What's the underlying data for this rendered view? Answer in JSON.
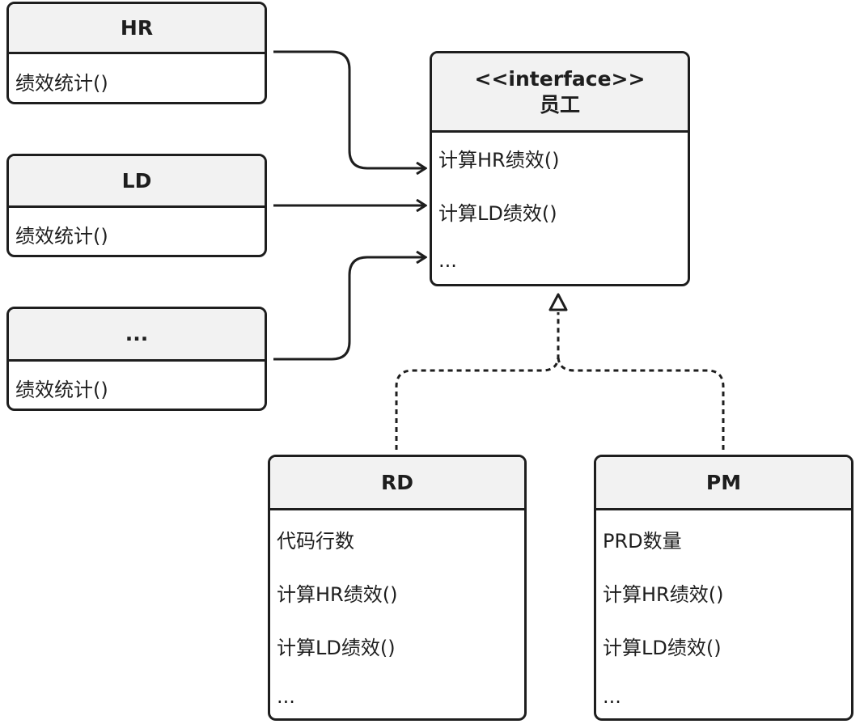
{
  "classes": {
    "hr": {
      "name": "HR",
      "methods": [
        "绩效统计()"
      ]
    },
    "ld": {
      "name": "LD",
      "methods": [
        "绩效统计()"
      ]
    },
    "other": {
      "name": "...",
      "methods": [
        "绩效统计()"
      ]
    },
    "employee": {
      "stereotype": "<<interface>>",
      "name": "员工",
      "methods": [
        "计算HR绩效()",
        "计算LD绩效()",
        "..."
      ]
    },
    "rd": {
      "name": "RD",
      "members": [
        "代码行数",
        "计算HR绩效()",
        "计算LD绩效()",
        "..."
      ]
    },
    "pm": {
      "name": "PM",
      "members": [
        "PRD数量",
        "计算HR绩效()",
        "计算LD绩效()",
        "..."
      ]
    }
  },
  "relationships": [
    {
      "from": "HR",
      "to": "员工",
      "kind": "dependency"
    },
    {
      "from": "LD",
      "to": "员工",
      "kind": "dependency"
    },
    {
      "from": "...",
      "to": "员工",
      "kind": "dependency"
    },
    {
      "from": "RD",
      "to": "员工",
      "kind": "realization"
    },
    {
      "from": "PM",
      "to": "员工",
      "kind": "realization"
    }
  ],
  "colors": {
    "stroke": "#1e1e1e",
    "header_fill": "#f2f2f2"
  }
}
